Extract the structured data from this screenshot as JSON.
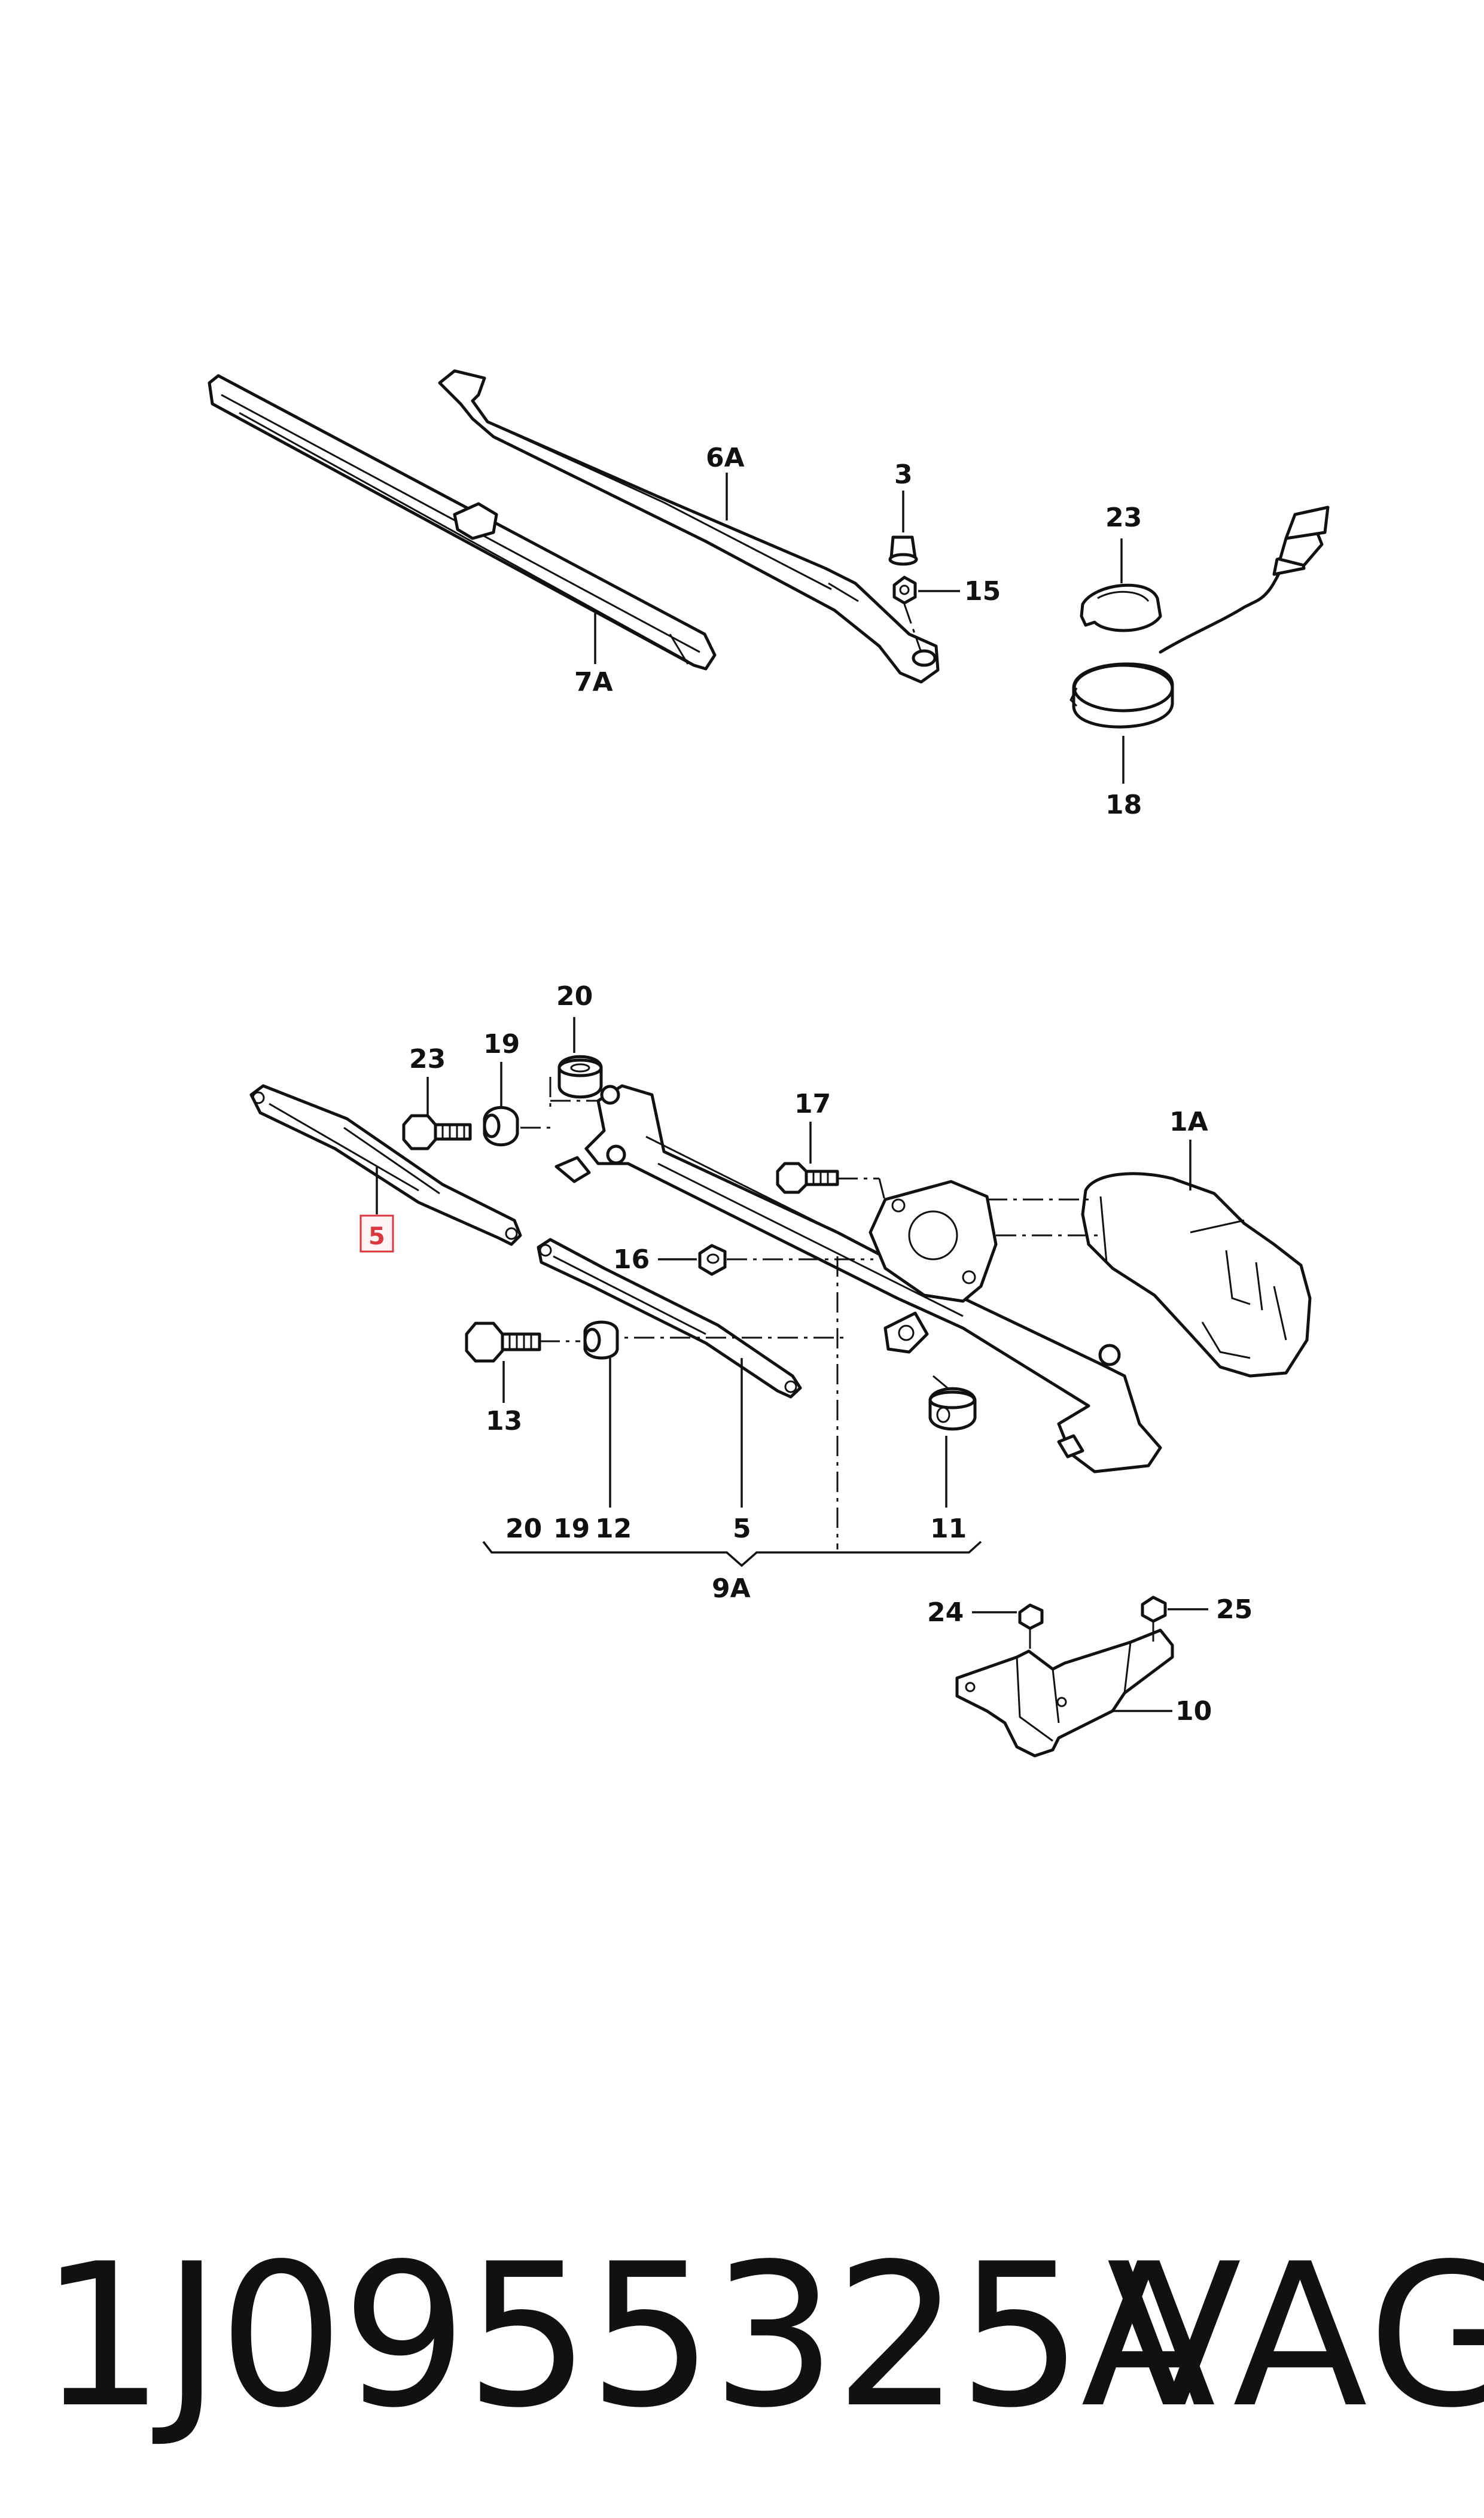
{
  "diagram": {
    "callouts": {
      "c1A": "1A",
      "c3": "3",
      "c5": "5",
      "c6A": "6A",
      "c7A": "7A",
      "c9A": "9A",
      "c10": "10",
      "c11": "11",
      "c13": "13",
      "c15": "15",
      "c16": "16",
      "c17": "17",
      "c18": "18",
      "c19": "19",
      "c20": "20",
      "c23_top": "23",
      "c23_mid": "23",
      "c24": "24",
      "c25": "25"
    },
    "kit_9A_items": [
      "20",
      "19",
      "12",
      "5",
      "11"
    ],
    "highlighted_part": "5",
    "highlight_color": "#d9363e"
  },
  "footer": {
    "part_number": "1J0955325A",
    "brand": "VAG"
  }
}
